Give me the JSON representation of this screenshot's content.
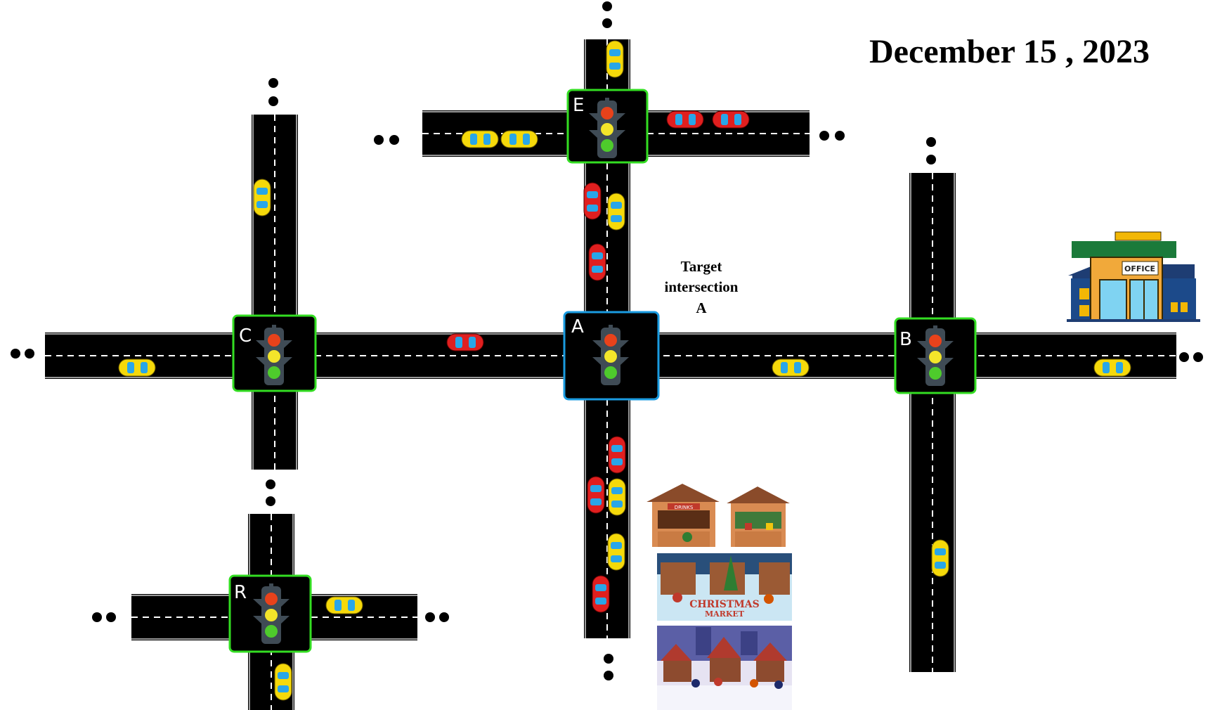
{
  "date": "December 15 , 2023",
  "target_label": [
    "Target",
    "intersection",
    "A"
  ],
  "intersections": [
    {
      "id": "A",
      "label": "A",
      "role": "target",
      "border_color": "#1a9be0"
    },
    {
      "id": "B",
      "label": "B",
      "role": "normal",
      "border_color": "#33dd22"
    },
    {
      "id": "C",
      "label": "C",
      "role": "normal",
      "border_color": "#33dd22"
    },
    {
      "id": "E",
      "label": "E",
      "role": "normal",
      "border_color": "#33dd22"
    },
    {
      "id": "R",
      "label": "R",
      "role": "normal",
      "border_color": "#33dd22"
    }
  ],
  "signal_colors": {
    "red": "#e8421b",
    "yellow": "#f3e52a",
    "green": "#4ecb2c",
    "housing": "#3f4b55"
  },
  "car_colors": {
    "yellow": "#f5d90a",
    "red": "#e01f1f",
    "window": "#29a6e8"
  },
  "landmarks": {
    "office": {
      "sign": "OFFICE"
    },
    "christmas_market": {
      "sign_line1": "CHRISTMAS",
      "sign_line2": "MARKET",
      "stall_sign": "DRINKS"
    }
  },
  "icons": [
    "traffic-light-icon",
    "car-icon",
    "office-building-icon",
    "christmas-market-icon",
    "continuation-dots-icon"
  ]
}
